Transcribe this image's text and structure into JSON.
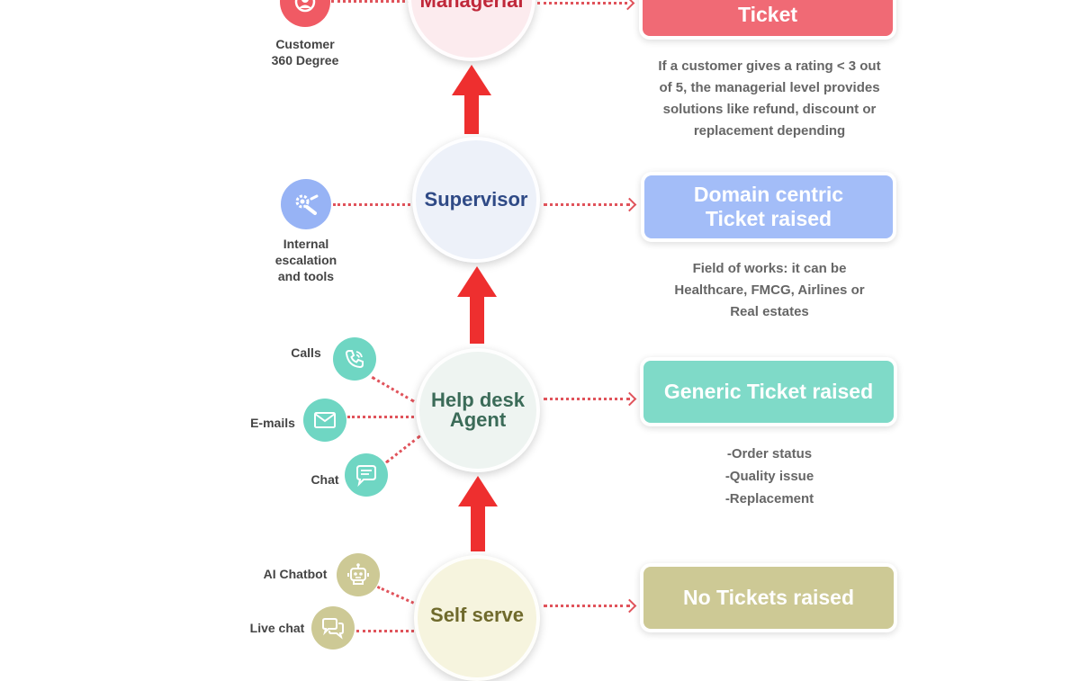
{
  "tiers": {
    "managerial": {
      "title": "Managerial",
      "ticket": "Ticket",
      "description": "If a customer gives a rating < 3 out of 5, the managerial level provides solutions like refund, discount or replacement depending",
      "desc_lines": [
        "If a customer gives a rating < 3 out",
        "of 5, the managerial level provides",
        "solutions like refund, discount or",
        "replacement depending"
      ],
      "tool": {
        "icon": "customer-360-icon",
        "label_lines": [
          "Customer",
          "360 Degree"
        ]
      }
    },
    "supervisor": {
      "title": "Supervisor",
      "ticket_lines": [
        "Domain centric",
        "Ticket raised"
      ],
      "desc_lines": [
        "Field of works:  it can be",
        "Healthcare,  FMCG, Airlines or",
        "Real estates"
      ],
      "tool": {
        "icon": "gear-wrench-icon",
        "label_lines": [
          "Internal",
          "escalation",
          "and tools"
        ]
      }
    },
    "helpdesk": {
      "title_lines": [
        "Help desk",
        "Agent"
      ],
      "ticket": "Generic Ticket raised",
      "desc_lines": [
        "-Order status",
        "-Quality issue",
        "-Replacement"
      ],
      "channels": [
        {
          "icon": "phone-icon",
          "label": "Calls"
        },
        {
          "icon": "envelope-icon",
          "label": "E-mails"
        },
        {
          "icon": "chat-bubble-icon",
          "label": "Chat"
        }
      ]
    },
    "selfserve": {
      "title": "Self serve",
      "ticket": "No Tickets raised",
      "channels": [
        {
          "icon": "robot-icon",
          "label": "AI Chatbot"
        },
        {
          "icon": "speech-bubbles-icon",
          "label": "Live chat"
        }
      ]
    }
  },
  "colors": {
    "arrow": "#ee2f2f",
    "connector": "#e0535b",
    "managerial": "#f06a75",
    "supervisor": "#a3bdf8",
    "helpdesk": "#7fdac8",
    "selfserve": "#cdc995"
  }
}
